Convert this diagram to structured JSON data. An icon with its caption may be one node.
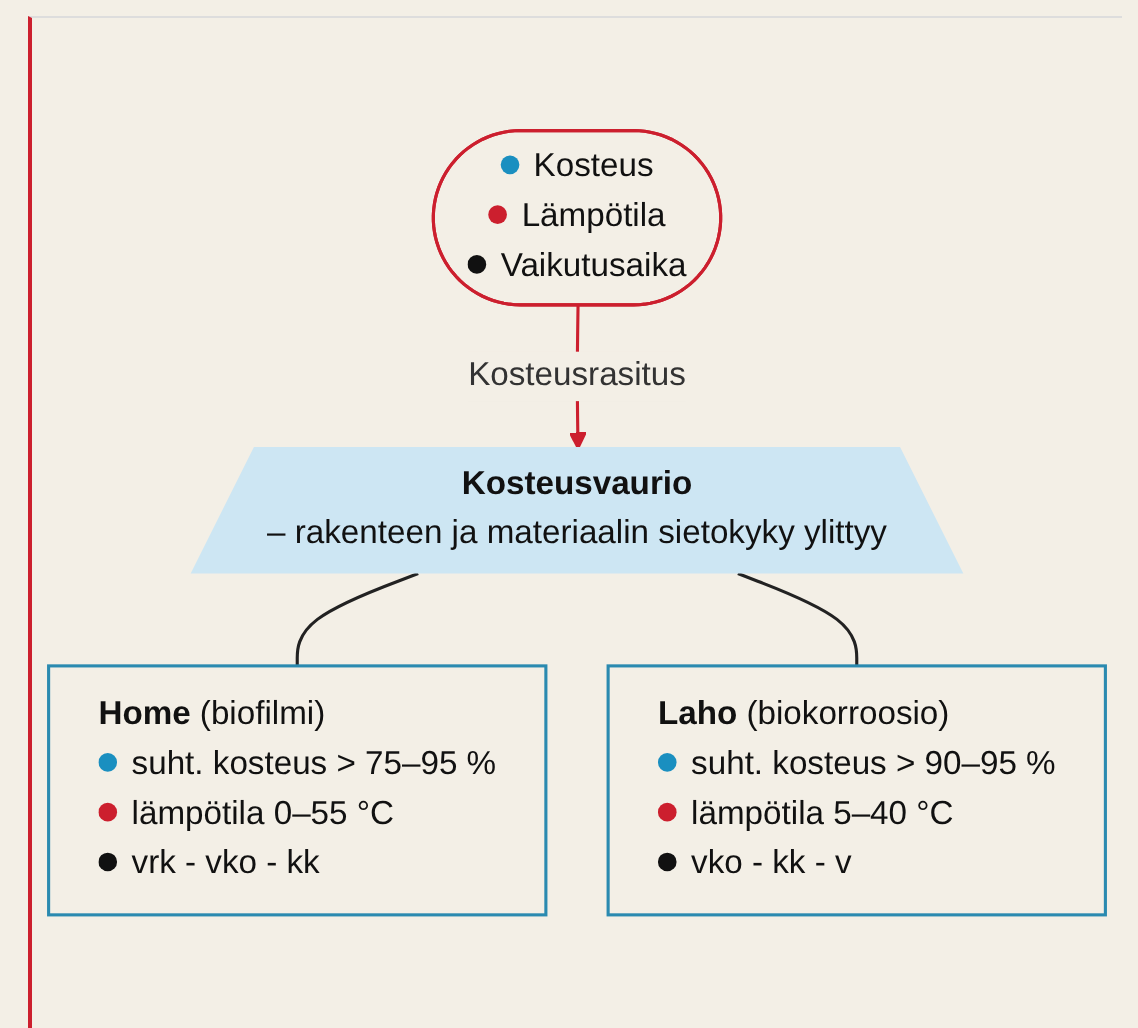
{
  "diagram": {
    "nodes": [
      {
        "text": [
          "Kosteus",
          "Lämpötila",
          "Vaikutusaika"
        ]
      },
      {
        "text": [
          "Kosteusvaurio",
          "– rakenteen ja materiaalin sietokyky ylittyy"
        ]
      },
      {
        "text": [
          "**Home** (biofilmi)",
          "suht. kosteus > 75–95 %",
          "lämpötila 0–55 °C",
          "vrk - vko - kk"
        ]
      },
      {
        "text": [
          "**Laho** (biokorroosio)",
          "suht. kosteus > 90–95 %",
          "lämpötila 5–40 °C",
          "vko - kk - v"
        ]
      }
    ],
    "edges": [
      {
        "from": 0,
        "to": 1,
        "arrow": "to",
        "label": "Kosteusrasitus",
        "color": "#cc1f2e"
      },
      {
        "from": 1,
        "to": 2,
        "arrow": "none"
      },
      {
        "from": 1,
        "to": 3,
        "arrow": "none"
      }
    ]
  }
}
